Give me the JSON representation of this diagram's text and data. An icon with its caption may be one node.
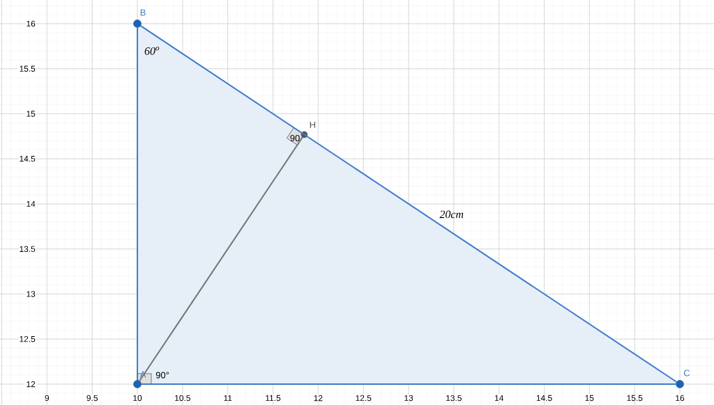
{
  "diagram": {
    "nodes": [
      {
        "text": [
          "A"
        ]
      },
      {
        "text": [
          "B"
        ]
      },
      {
        "text": [
          "C"
        ]
      },
      {
        "text": [
          "H"
        ]
      }
    ],
    "edges": [
      {
        "from": 1,
        "to": 0,
        "arrow": "none"
      },
      {
        "from": 1,
        "to": 2,
        "arrow": "none",
        "label": "20cm"
      },
      {
        "from": 0,
        "to": 2,
        "arrow": "none"
      },
      {
        "from": 0,
        "to": 3,
        "arrow": "none",
        "color": "#757575"
      }
    ],
    "labels": [
      "60$^{o}$",
      "90",
      "90°",
      "16",
      "15.5",
      "15",
      "14.5",
      "14",
      "13.5",
      "13",
      "12.5",
      "12",
      "9",
      "9.5",
      "10",
      "10.5",
      "11",
      "11.5",
      "12",
      "12.5",
      "13",
      "13.5",
      "14",
      "14.5",
      "15",
      "15.5",
      "16"
    ]
  }
}
